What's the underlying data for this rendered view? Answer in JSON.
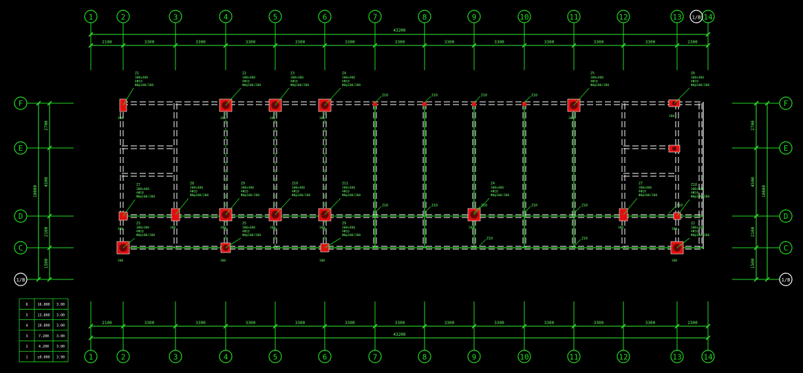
{
  "grid": {
    "vertical": [
      "1",
      "2",
      "3",
      "4",
      "5",
      "6",
      "7",
      "8",
      "9",
      "10",
      "11",
      "12",
      "13",
      "14"
    ],
    "horizontal": [
      "F",
      "E",
      "D",
      "C",
      "1/B"
    ],
    "top_extra_axis": "1/B"
  },
  "dimensions": {
    "overall": "43200",
    "top_spans": [
      "2100",
      "3300",
      "3300",
      "3300",
      "3300",
      "3300",
      "3300",
      "3300",
      "3300",
      "3300",
      "3300",
      "3300",
      "2300"
    ],
    "bottom_spans": [
      "2100",
      "3300",
      "3300",
      "3300",
      "3300",
      "3300",
      "3300",
      "3300",
      "3300",
      "3300",
      "3300",
      "3300",
      "2300"
    ],
    "left_overall": "10800",
    "left_spans": [
      "2700",
      "4500",
      "2100",
      "1500"
    ],
    "right_overall": "10800",
    "right_spans": [
      "2700",
      "4500",
      "2100",
      "1500"
    ]
  },
  "columns": [
    {
      "tag": "Z1",
      "spec": [
        "300x400",
        "4Φ18",
        "Φ8@100/200"
      ]
    },
    {
      "tag": "Z2",
      "spec": [
        "300x400",
        "4Φ16",
        "Φ8@100/200"
      ]
    },
    {
      "tag": "Z3",
      "spec": [
        "300x300",
        "4Φ16",
        "Φ8@100/200"
      ]
    },
    {
      "tag": "Z4",
      "spec": [
        "300x400",
        "4Φ18",
        "Φ8@100/200"
      ]
    },
    {
      "tag": "Z5",
      "spec": [
        "300x400",
        "4Φ16",
        "Φ8@100/200"
      ]
    },
    {
      "tag": "Z6",
      "spec": [
        "300x400",
        "4Φ18",
        "Φ8@100/200"
      ]
    },
    {
      "tag": "Z7",
      "spec": [
        "300x400",
        "4Φ18",
        "Φ8@100/200"
      ]
    },
    {
      "tag": "Z8",
      "spec": [
        "300x400",
        "4Φ16",
        "Φ8@100/200"
      ]
    },
    {
      "tag": "Z9",
      "spec": [
        "300x400",
        "4Φ16",
        "Φ8@100/200"
      ]
    },
    {
      "tag": "Z10",
      "spec": [
        "300x400",
        "4Φ18",
        "Φ8@100/200"
      ]
    },
    {
      "tag": "Z11",
      "spec": [
        "300x400",
        "4Φ16",
        "Φ8@100/200"
      ]
    }
  ],
  "beam_tags": [
    "Z10",
    "Z10",
    "Z10",
    "Z10",
    "Z10",
    "Z10",
    "Z10",
    "Z10",
    "Z10",
    "Z10",
    "Z10",
    "Z10"
  ],
  "level_table": [
    [
      "6",
      "16.800",
      "3.00"
    ],
    [
      "5",
      "13.800",
      "3.00"
    ],
    [
      "4",
      "10.800",
      "3.00"
    ],
    [
      "3",
      "7.200",
      "3.00"
    ],
    [
      "2",
      "4.200",
      "3.00"
    ],
    [
      "1",
      "±0.000",
      "3.90"
    ]
  ],
  "colors": {
    "axis": "#22dd22",
    "dim": "#33ee33",
    "wall": "#ffffff",
    "column_fill": "#e01010",
    "text": "#66ff66",
    "background": "#000000"
  }
}
